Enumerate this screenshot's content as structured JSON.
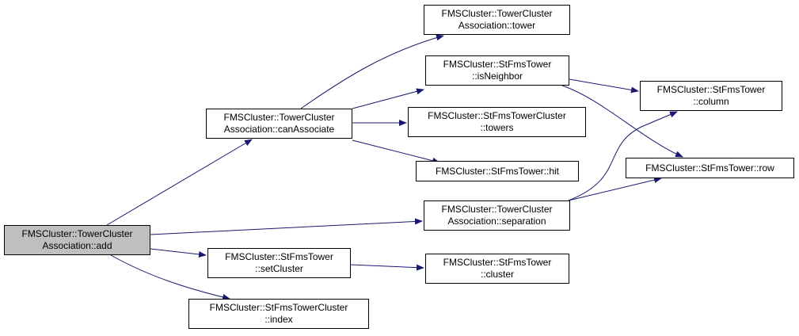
{
  "colors": {
    "edge": "#191970",
    "root_fill": "#bfbfbf",
    "node_fill": "#ffffff",
    "border": "#000000"
  },
  "nodes": [
    {
      "id": "add",
      "lines": [
        "FMSCluster::TowerCluster",
        "Association::add"
      ],
      "root": true
    },
    {
      "id": "canAssociate",
      "lines": [
        "FMSCluster::TowerCluster",
        "Association::canAssociate"
      ]
    },
    {
      "id": "tower",
      "lines": [
        "FMSCluster::TowerCluster",
        "Association::tower"
      ]
    },
    {
      "id": "isNeighbor",
      "lines": [
        "FMSCluster::StFmsTower",
        "::isNeighbor"
      ]
    },
    {
      "id": "towers",
      "lines": [
        "FMSCluster::StFmsTowerCluster",
        "::towers"
      ]
    },
    {
      "id": "hit",
      "lines": [
        "FMSCluster::StFmsTower::hit"
      ]
    },
    {
      "id": "column",
      "lines": [
        "FMSCluster::StFmsTower",
        "::column"
      ]
    },
    {
      "id": "row",
      "lines": [
        "FMSCluster::StFmsTower::row"
      ]
    },
    {
      "id": "separation",
      "lines": [
        "FMSCluster::TowerCluster",
        "Association::separation"
      ]
    },
    {
      "id": "setCluster",
      "lines": [
        "FMSCluster::StFmsTower",
        "::setCluster"
      ]
    },
    {
      "id": "cluster",
      "lines": [
        "FMSCluster::StFmsTower",
        "::cluster"
      ]
    },
    {
      "id": "index",
      "lines": [
        "FMSCluster::StFmsTowerCluster",
        "::index"
      ]
    }
  ],
  "edges": [
    [
      "add",
      "canAssociate"
    ],
    [
      "add",
      "separation"
    ],
    [
      "add",
      "setCluster"
    ],
    [
      "add",
      "index"
    ],
    [
      "canAssociate",
      "tower"
    ],
    [
      "canAssociate",
      "isNeighbor"
    ],
    [
      "canAssociate",
      "towers"
    ],
    [
      "canAssociate",
      "hit"
    ],
    [
      "isNeighbor",
      "column"
    ],
    [
      "isNeighbor",
      "row"
    ],
    [
      "separation",
      "column"
    ],
    [
      "separation",
      "row"
    ],
    [
      "setCluster",
      "cluster"
    ]
  ]
}
